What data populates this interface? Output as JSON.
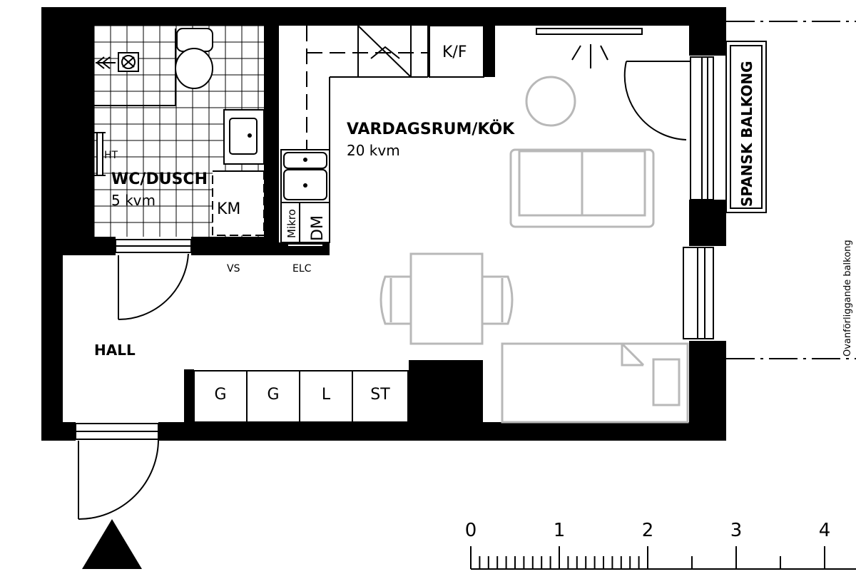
{
  "rooms": {
    "living": {
      "name": "VARDAGSRUM/KÖK",
      "area": "20 kvm"
    },
    "bath": {
      "name": "WC/DUSCH",
      "area": "5 kvm"
    },
    "hall": {
      "name": "HALL"
    }
  },
  "labels": {
    "balcony": "SPANSK BALKONG",
    "above_balcony": "Ovanförliggande balkong",
    "kf": "K/F",
    "ht": "HT",
    "km": "KM",
    "mikro": "Mikro",
    "dm": "DM",
    "vs": "VS",
    "elc": "ELC",
    "wardrobes": [
      "G",
      "G",
      "L",
      "ST"
    ]
  },
  "scale": {
    "ticks": [
      "0",
      "1",
      "2",
      "3",
      "4"
    ],
    "unit": "m",
    "minor_per_major": 10
  },
  "colors": {
    "wall": "#000000",
    "furniture": "#b8b8b8",
    "background": "#ffffff"
  },
  "icons": [
    "north-arrow-icon",
    "floor-drain-icon",
    "ceiling-lamp-icon"
  ]
}
